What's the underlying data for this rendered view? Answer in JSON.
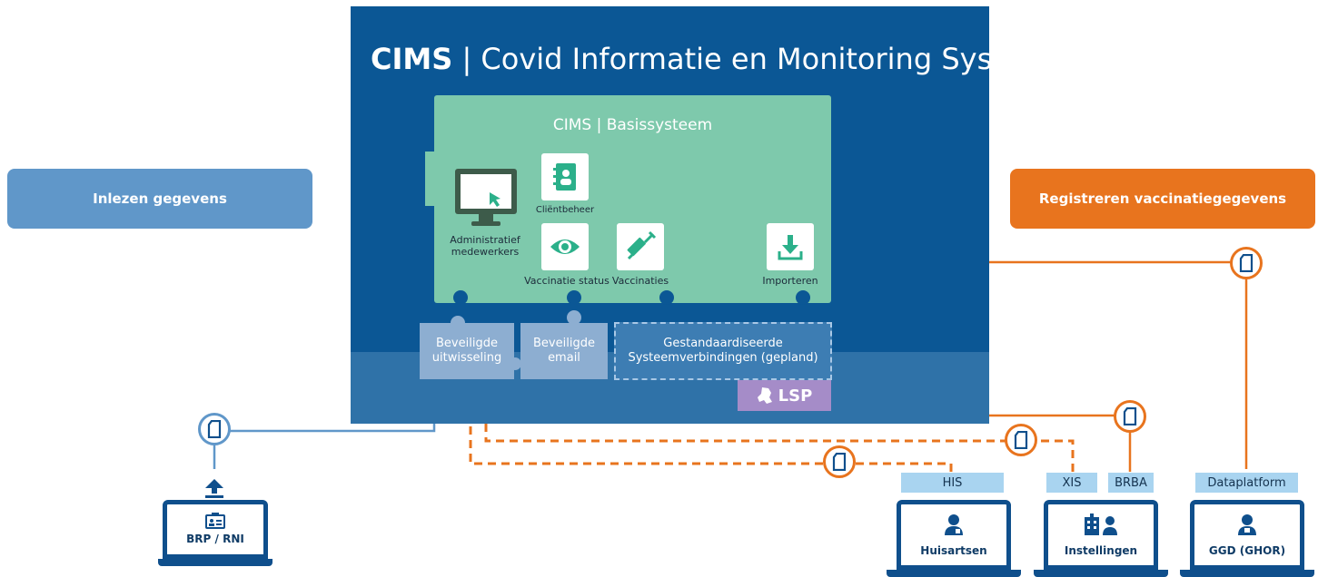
{
  "title": {
    "brand": "CIMS",
    "separator": "|",
    "text": "Covid Informatie en Monitoring Systeem"
  },
  "subsystem_title": "CIMS | Basissysteem",
  "left_box": "Inlezen gegevens",
  "right_box": "Registreren vaccinatiegegevens",
  "modules": {
    "admin": "Administratief medewerkers",
    "client": "Cliëntbeheer",
    "status": "Vaccinatie status",
    "vaccinaties": "Vaccinaties",
    "importeren": "Importeren"
  },
  "connectors": {
    "secure_exchange": "Beveiligde uitwisseling",
    "secure_email": "Beveiligde email",
    "standard": "Gestandaardiseerde Systeemverbindingen (gepland)",
    "lsp": "LSP"
  },
  "system_labels": {
    "his": "HIS",
    "xis": "XIS",
    "brba": "BRBA",
    "dataplatform": "Dataplatform"
  },
  "laptops": {
    "brp": "BRP / RNI",
    "huisartsen": "Huisartsen",
    "instellingen": "Instellingen",
    "ggd": "GGD (GHOR)"
  },
  "colors": {
    "main_blue": "#0b5795",
    "green": "#7ec9ac",
    "orange": "#e8741e",
    "light_blue": "#6097c9",
    "lsp_purple": "#a58cc8"
  },
  "icons": [
    "monitor-icon",
    "contact-book-icon",
    "eye-icon",
    "syringe-icon",
    "download-icon",
    "document-icon",
    "upload-arrow-icon",
    "id-card-icon",
    "doctor-icon",
    "hospital-icon",
    "netherlands-map-icon"
  ]
}
